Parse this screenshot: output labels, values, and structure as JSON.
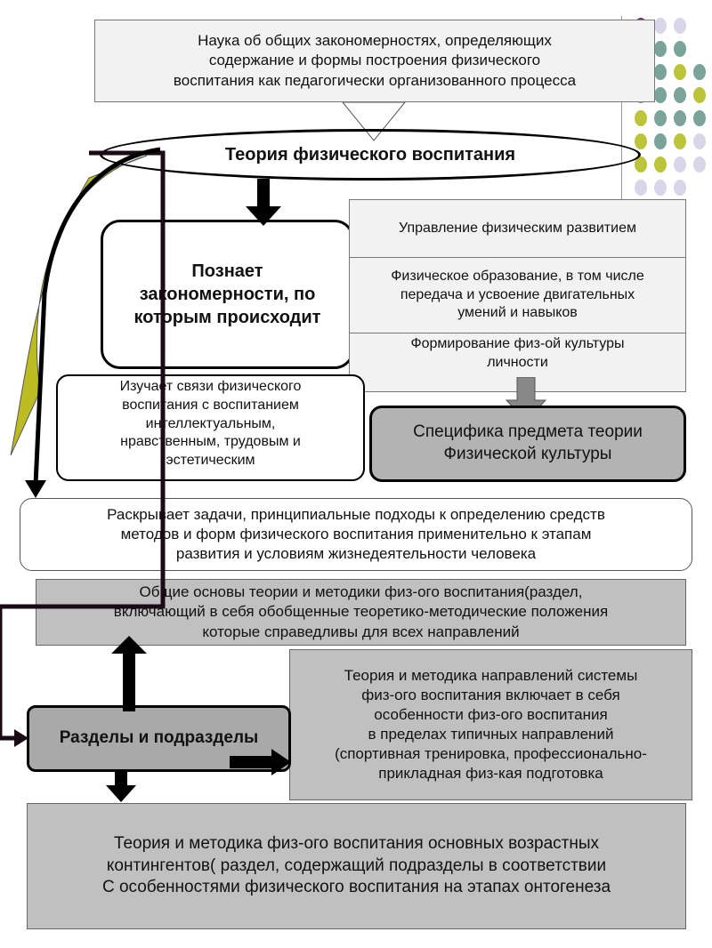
{
  "top_definition": "Наука об общих закономерностях, определяющих\nсодержание и формы построения физического\nвоспитания как педагогически организованного процесса",
  "main_title": "Теория физического воспитания",
  "cognizes": "Познает\nзакономерности, по\nкоторым происходит",
  "right_list": {
    "item1": "Управление физическим развитием",
    "item2": "Физическое образование, в том числе\nпередача и усвоение двигательных\nумений и навыков",
    "item3": "Формирование физ-ой культуры\nличности"
  },
  "studies_links": "Изучает связи физического\nвоспитания с воспитанием\nинтеллектуальным,\nнравственным, трудовым и\nэстетическим",
  "subject_specifics": "Специфика предмета теории\nФизической культуры",
  "reveals_tasks": "Раскрывает задачи, принципиальные подходы к определению средств\nметодов и форм физического воспитания применительно к этапам\nразвития и условиям жизнедеятельности человека",
  "general_bases": "Общие основы теории и методики физ-ого воспитания(раздел,\nвключающий в себя обобщенные теоретико-методические положения\nкоторые справедливы для всех направлений",
  "directions_theory": "Теория и методика направлений системы\nфиз-ого воспитания включает в себя\nособенности физ-ого воспитания\nв пределах типичных направлений\n(спортивная тренировка, профессионально-\nприкладная физ-кая подготовка",
  "sections": "Разделы и подразделы",
  "age_contingents": "Теория и методика физ-ого воспитания основных возрастных\nконтингентов( раздел, содержащий подразделы в соответствии\nС особенностями физического воспитания на этапах онтогенеза",
  "colors": {
    "gray_box": "#c0c0c0",
    "dark_gray_box": "#a9a9a9",
    "light_box": "#f2f2f2",
    "olive_arrow": "#bcbc22",
    "dark_arrow": "#1a0a14",
    "dot_purple": "#6b3a7a",
    "dot_teal": "#7aa39a",
    "dot_lime": "#bcc53a",
    "dot_lavender": "#d8d6e8"
  }
}
